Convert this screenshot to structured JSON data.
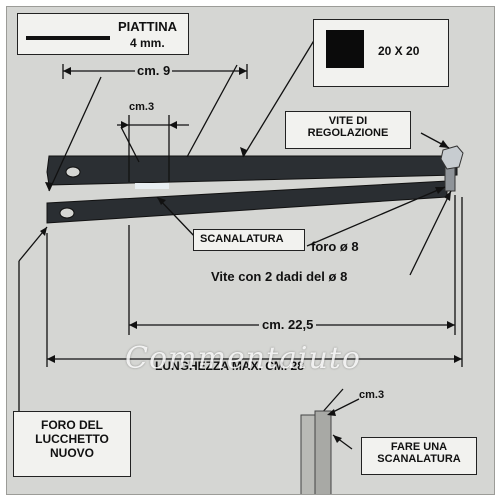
{
  "labels": {
    "piattina": "PIATTINA",
    "piattina_size": "4 mm.",
    "square_size": "20 X 20",
    "dim_cm9": "cm. 9",
    "dim_cm3": "cm.3",
    "vite_line1": "VITE DI",
    "vite_line2": "REGOLAZIONE",
    "scanalatura": "SCANALATURA",
    "foro": "foro ø 8",
    "vite_dadi": "Vite con 2 dadi del ø 8",
    "dim_cm225": "cm. 22,5",
    "lunghezza": "LUNGHEZZA MAX. CM. 28",
    "foro_line1": "FORO DEL",
    "foro_line2": "LUCCHETTO",
    "foro_line3": "NUOVO",
    "dim_cm3_small": "cm.3",
    "fare_line1": "FARE UNA",
    "fare_line2": "SCANALATURA"
  },
  "watermark": "Commentaiuto",
  "colors": {
    "background": "#d5d6d3",
    "bar": "#2b2f33",
    "label_box": "#f2f2ef",
    "ink": "#111111"
  }
}
